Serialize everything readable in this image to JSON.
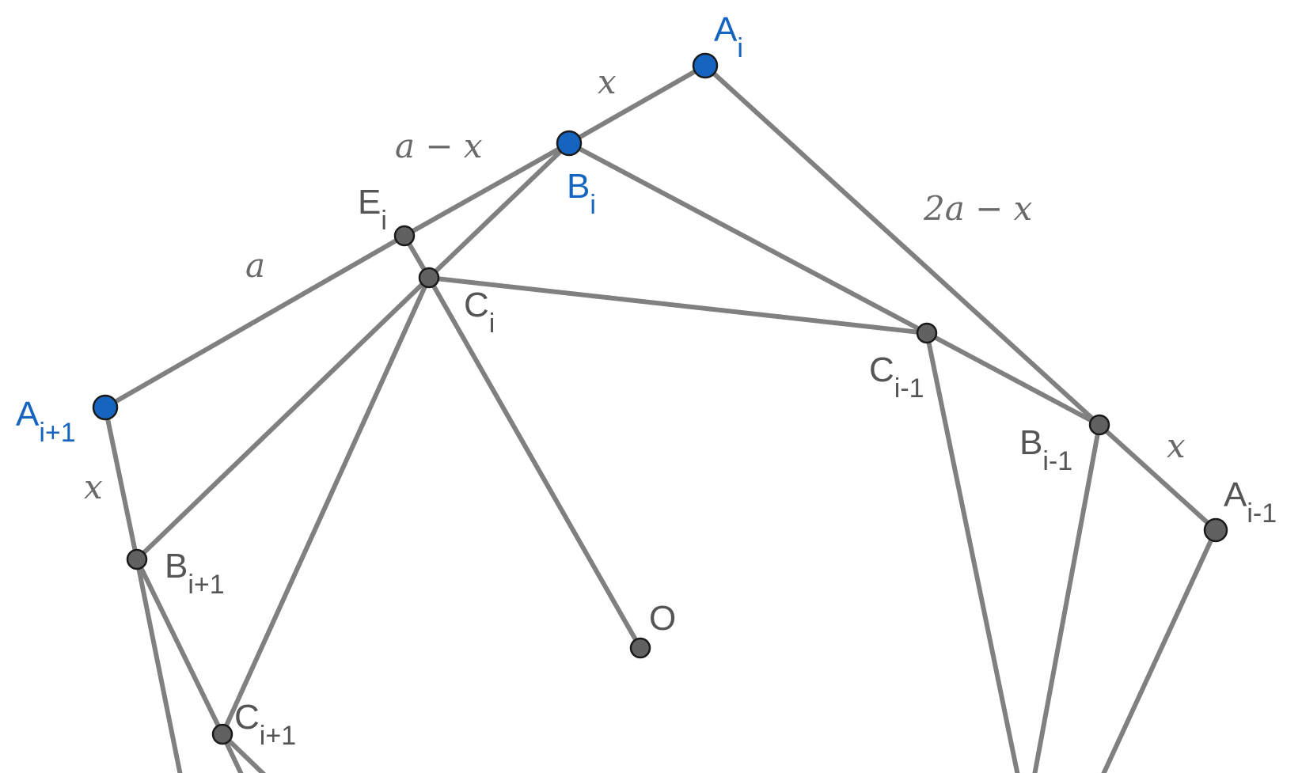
{
  "colors": {
    "segment": "#808080",
    "highlight_point": "#1565c0",
    "regular_point": "#616161",
    "point_outline": "#1a1a1a",
    "label_highlight": "#1565c0",
    "label_regular": "#555555",
    "length_label": "#6a6a6a"
  },
  "points": {
    "A_i": {
      "name": "A",
      "sub": "i",
      "highlighted": true
    },
    "B_i": {
      "name": "B",
      "sub": "i",
      "highlighted": true
    },
    "A_ip1": {
      "name": "A",
      "sub": "i+1",
      "highlighted": true
    },
    "E_i": {
      "name": "E",
      "sub": "i",
      "highlighted": false
    },
    "C_i": {
      "name": "C",
      "sub": "i",
      "highlighted": false
    },
    "C_im1": {
      "name": "C",
      "sub": "i-1",
      "highlighted": false
    },
    "B_im1": {
      "name": "B",
      "sub": "i-1",
      "highlighted": false
    },
    "A_im1": {
      "name": "A",
      "sub": "i-1",
      "highlighted": false
    },
    "B_ip1": {
      "name": "B",
      "sub": "i+1",
      "highlighted": false
    },
    "C_ip1": {
      "name": "C",
      "sub": "i+1",
      "highlighted": false
    },
    "O": {
      "name": "O",
      "sub": "",
      "highlighted": false
    }
  },
  "length_labels": {
    "AiBi": "x",
    "BiEi": "a − x",
    "EiAip1": "a",
    "AiBim1": "2a − x",
    "Bim1Aim1": "x",
    "Aip1Bip1": "x"
  }
}
